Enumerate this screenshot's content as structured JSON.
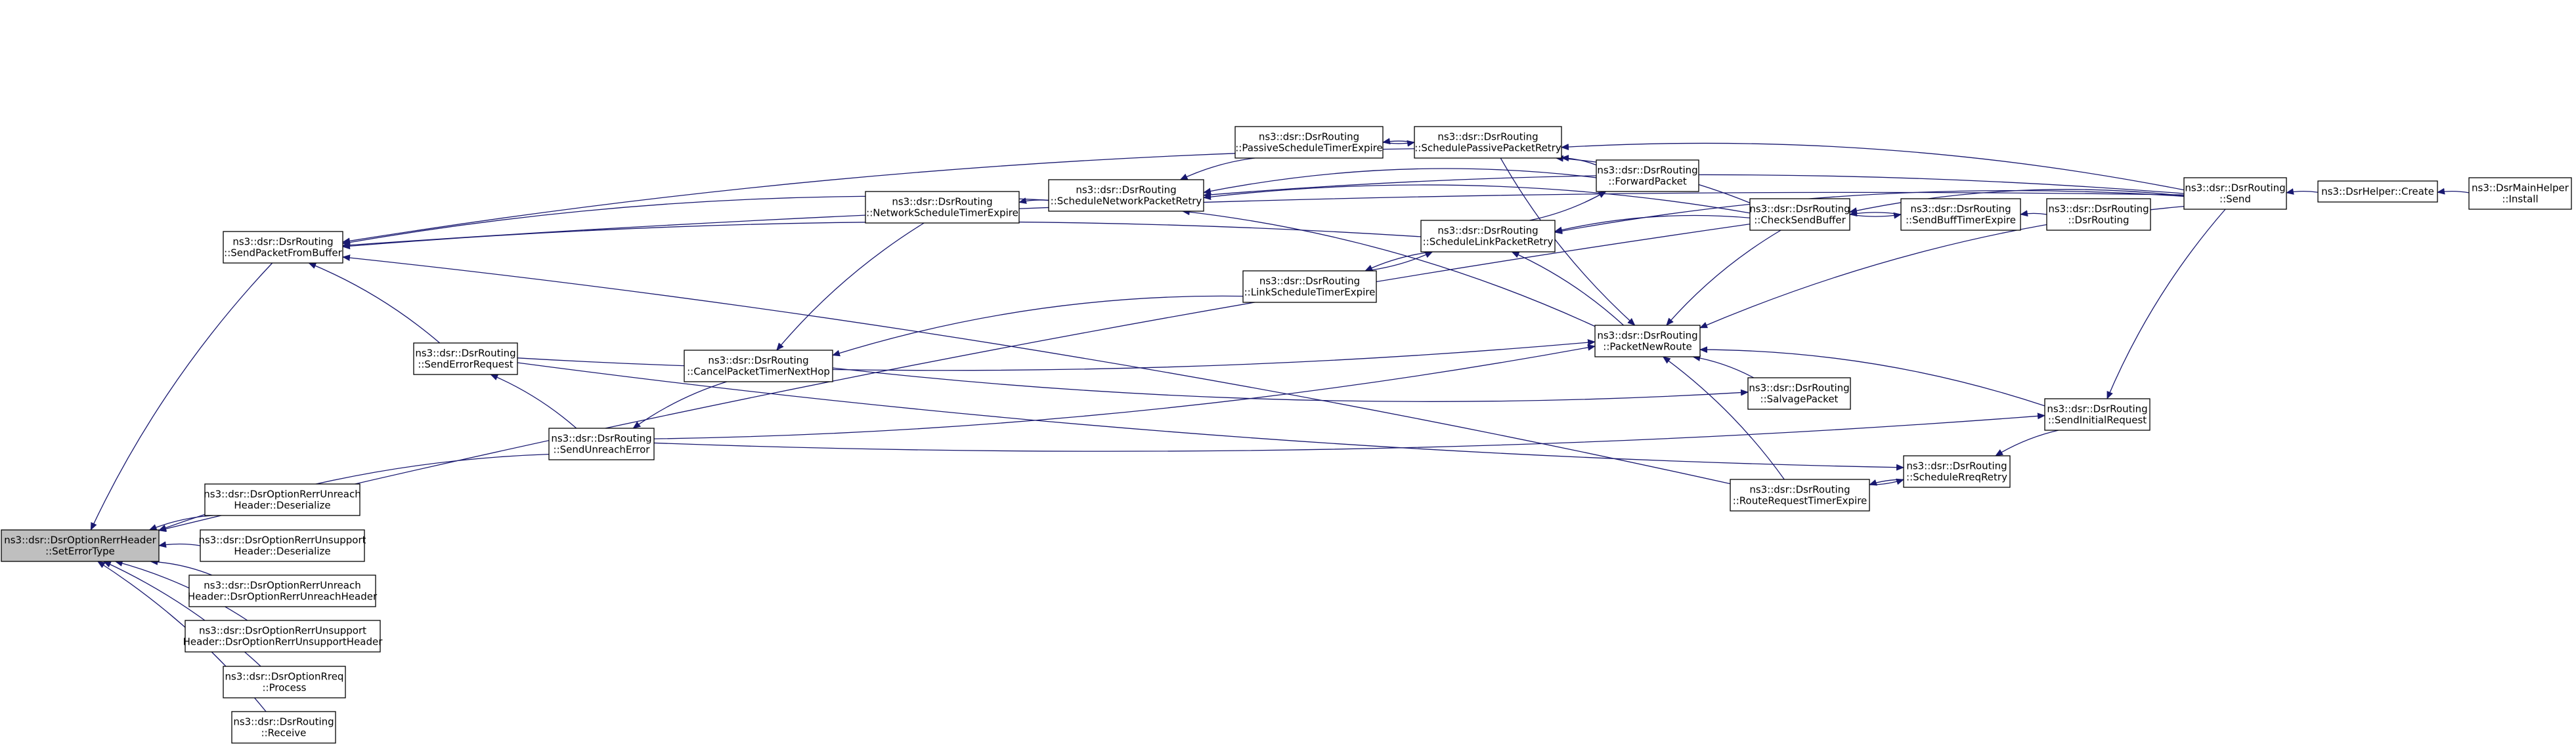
{
  "colors": {
    "edge": "#191970",
    "root_fill": "#bfbfbf",
    "node_fill": "#ffffff",
    "node_stroke": "#000000"
  },
  "nodes": [
    {
      "id": "root",
      "lines": [
        "ns3::dsr::DsrOptionRerrHeader",
        "::SetErrorType"
      ],
      "root": true
    },
    {
      "id": "sendPacketFromBuffer",
      "lines": [
        "ns3::dsr::DsrRouting",
        "::SendPacketFromBuffer"
      ]
    },
    {
      "id": "sendErrorRequest",
      "lines": [
        "ns3::dsr::DsrRouting",
        "::SendErrorRequest"
      ]
    },
    {
      "id": "sendUnreachError",
      "lines": [
        "ns3::dsr::DsrRouting",
        "::SendUnreachError"
      ]
    },
    {
      "id": "rerrUnreachDeser",
      "lines": [
        "ns3::dsr::DsrOptionRerrUnreach",
        "Header::Deserialize"
      ]
    },
    {
      "id": "rerrUnsupportDeser",
      "lines": [
        "ns3::dsr::DsrOptionRerrUnsupport",
        "Header::Deserialize"
      ]
    },
    {
      "id": "rerrUnreachCtor",
      "lines": [
        "ns3::dsr::DsrOptionRerrUnreach",
        "Header::DsrOptionRerrUnreachHeader"
      ]
    },
    {
      "id": "rerrUnsupportCtor",
      "lines": [
        "ns3::dsr::DsrOptionRerrUnsupport",
        "Header::DsrOptionRerrUnsupportHeader"
      ]
    },
    {
      "id": "rreqProcess",
      "lines": [
        "ns3::dsr::DsrOptionRreq",
        "::Process"
      ]
    },
    {
      "id": "routingReceive",
      "lines": [
        "ns3::dsr::DsrRouting",
        "::Receive"
      ]
    },
    {
      "id": "netSchedTimerExpire",
      "lines": [
        "ns3::dsr::DsrRouting",
        "::NetworkScheduleTimerExpire"
      ]
    },
    {
      "id": "cancelPacketTimerNextHop",
      "lines": [
        "ns3::dsr::DsrRouting",
        "::CancelPacketTimerNextHop"
      ]
    },
    {
      "id": "schedNetPacketRetry",
      "lines": [
        "ns3::dsr::DsrRouting",
        "::ScheduleNetworkPacketRetry"
      ]
    },
    {
      "id": "passiveSchedTimerExpire",
      "lines": [
        "ns3::dsr::DsrRouting",
        "::PassiveScheduleTimerExpire"
      ]
    },
    {
      "id": "linkSchedTimerExpire",
      "lines": [
        "ns3::dsr::DsrRouting",
        "::LinkScheduleTimerExpire"
      ]
    },
    {
      "id": "schedPassivePacketRetry",
      "lines": [
        "ns3::dsr::DsrRouting",
        "::SchedulePassivePacketRetry"
      ]
    },
    {
      "id": "schedLinkPacketRetry",
      "lines": [
        "ns3::dsr::DsrRouting",
        "::ScheduleLinkPacketRetry"
      ]
    },
    {
      "id": "forwardPacket",
      "lines": [
        "ns3::dsr::DsrRouting",
        "::ForwardPacket"
      ]
    },
    {
      "id": "packetNewRoute",
      "lines": [
        "ns3::dsr::DsrRouting",
        "::PacketNewRoute"
      ]
    },
    {
      "id": "salvagePacket",
      "lines": [
        "ns3::dsr::DsrRouting",
        "::SalvagePacket"
      ]
    },
    {
      "id": "routeRequestTimerExpire",
      "lines": [
        "ns3::dsr::DsrRouting",
        "::RouteRequestTimerExpire"
      ]
    },
    {
      "id": "checkSendBuffer",
      "lines": [
        "ns3::dsr::DsrRouting",
        "::CheckSendBuffer"
      ]
    },
    {
      "id": "sendBuffTimerExpire",
      "lines": [
        "ns3::dsr::DsrRouting",
        "::SendBuffTimerExpire"
      ]
    },
    {
      "id": "scheduleRreqRetry",
      "lines": [
        "ns3::dsr::DsrRouting",
        "::ScheduleRreqRetry"
      ]
    },
    {
      "id": "sendInitialRequest",
      "lines": [
        "ns3::dsr::DsrRouting",
        "::SendInitialRequest"
      ]
    },
    {
      "id": "dsrRoutingCtor",
      "lines": [
        "ns3::dsr::DsrRouting",
        "::DsrRouting"
      ]
    },
    {
      "id": "routingSend",
      "lines": [
        "ns3::dsr::DsrRouting",
        "::Send"
      ]
    },
    {
      "id": "helperCreate",
      "lines": [
        "ns3::DsrHelper::Create"
      ]
    },
    {
      "id": "mainHelperInstall",
      "lines": [
        "ns3::DsrMainHelper",
        "::Install"
      ]
    }
  ],
  "edges": [
    [
      "rerrUnreachDeser",
      "root"
    ],
    [
      "rerrUnsupportDeser",
      "root"
    ],
    [
      "rerrUnreachCtor",
      "root"
    ],
    [
      "rerrUnsupportCtor",
      "root"
    ],
    [
      "rreqProcess",
      "root"
    ],
    [
      "routingReceive",
      "root"
    ],
    [
      "sendPacketFromBuffer",
      "root"
    ],
    [
      "sendUnreachError",
      "root"
    ],
    [
      "checkSendBuffer",
      "root"
    ],
    [
      "sendErrorRequest",
      "sendPacketFromBuffer"
    ],
    [
      "schedNetPacketRetry",
      "sendPacketFromBuffer"
    ],
    [
      "schedPassivePacketRetry",
      "sendPacketFromBuffer"
    ],
    [
      "schedLinkPacketRetry",
      "sendPacketFromBuffer"
    ],
    [
      "routeRequestTimerExpire",
      "sendPacketFromBuffer"
    ],
    [
      "routingSend",
      "sendPacketFromBuffer"
    ],
    [
      "sendUnreachError",
      "sendErrorRequest"
    ],
    [
      "cancelPacketTimerNextHop",
      "sendUnreachError"
    ],
    [
      "schedNetPacketRetry",
      "netSchedTimerExpire"
    ],
    [
      "netSchedTimerExpire",
      "cancelPacketTimerNextHop"
    ],
    [
      "linkSchedTimerExpire",
      "cancelPacketTimerNextHop"
    ],
    [
      "passiveSchedTimerExpire",
      "schedNetPacketRetry"
    ],
    [
      "forwardPacket",
      "schedNetPacketRetry"
    ],
    [
      "checkSendBuffer",
      "schedNetPacketRetry"
    ],
    [
      "packetNewRoute",
      "schedNetPacketRetry"
    ],
    [
      "routingSend",
      "schedNetPacketRetry"
    ],
    [
      "schedPassivePacketRetry",
      "passiveSchedTimerExpire"
    ],
    [
      "passiveSchedTimerExpire",
      "schedPassivePacketRetry"
    ],
    [
      "forwardPacket",
      "schedPassivePacketRetry"
    ],
    [
      "checkSendBuffer",
      "schedPassivePacketRetry"
    ],
    [
      "routingSend",
      "schedPassivePacketRetry"
    ],
    [
      "schedLinkPacketRetry",
      "linkSchedTimerExpire"
    ],
    [
      "linkSchedTimerExpire",
      "schedLinkPacketRetry"
    ],
    [
      "packetNewRoute",
      "schedLinkPacketRetry"
    ],
    [
      "checkSendBuffer",
      "schedLinkPacketRetry"
    ],
    [
      "routingSend",
      "schedLinkPacketRetry"
    ],
    [
      "schedPassivePacketRetry",
      "packetNewRoute"
    ],
    [
      "schedLinkPacketRetry",
      "forwardPacket"
    ],
    [
      "salvagePacket",
      "packetNewRoute"
    ],
    [
      "routeRequestTimerExpire",
      "packetNewRoute"
    ],
    [
      "sendErrorRequest",
      "packetNewRoute"
    ],
    [
      "sendUnreachError",
      "packetNewRoute"
    ],
    [
      "checkSendBuffer",
      "packetNewRoute"
    ],
    [
      "sendInitialRequest",
      "packetNewRoute"
    ],
    [
      "routingSend",
      "packetNewRoute"
    ],
    [
      "cancelPacketTimerNextHop",
      "salvagePacket"
    ],
    [
      "scheduleRreqRetry",
      "routeRequestTimerExpire"
    ],
    [
      "routeRequestTimerExpire",
      "scheduleRreqRetry"
    ],
    [
      "sendErrorRequest",
      "scheduleRreqRetry"
    ],
    [
      "sendInitialRequest",
      "scheduleRreqRetry"
    ],
    [
      "sendBuffTimerExpire",
      "checkSendBuffer"
    ],
    [
      "checkSendBuffer",
      "sendBuffTimerExpire"
    ],
    [
      "dsrRoutingCtor",
      "sendBuffTimerExpire"
    ],
    [
      "sendUnreachError",
      "sendInitialRequest"
    ],
    [
      "routingSend",
      "sendInitialRequest"
    ],
    [
      "routingSend",
      "checkSendBuffer"
    ],
    [
      "helperCreate",
      "routingSend"
    ],
    [
      "mainHelperInstall",
      "helperCreate"
    ]
  ]
}
